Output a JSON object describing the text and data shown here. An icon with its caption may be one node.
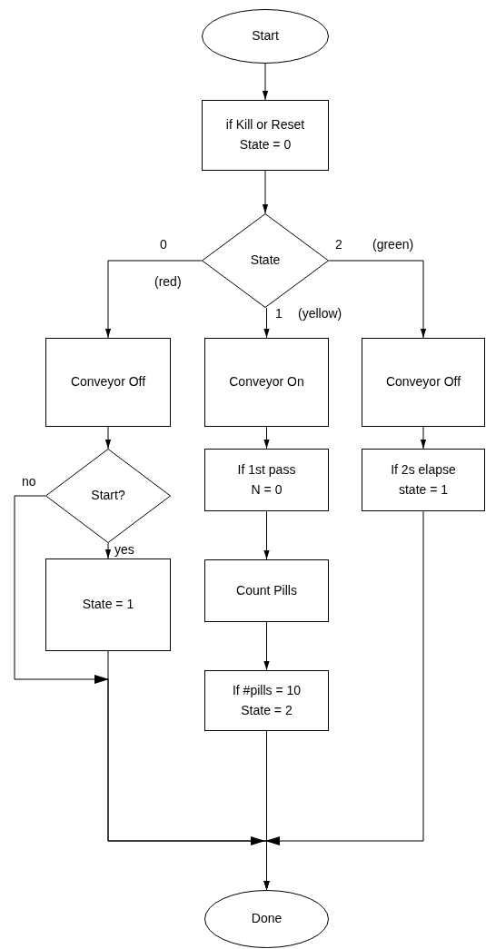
{
  "diagram": {
    "nodes": [
      {
        "text": [
          "Start"
        ]
      },
      {
        "text": [
          "if Kill or Reset State = 0"
        ]
      },
      {
        "text": [
          "State"
        ]
      },
      {
        "text": [
          "Conveyor Off"
        ]
      },
      {
        "text": [
          "Conveyor On"
        ]
      },
      {
        "text": [
          "Conveyor Off"
        ]
      },
      {
        "text": [
          "Start?"
        ]
      },
      {
        "text": [
          "State = 1"
        ]
      },
      {
        "text": [
          "If 1st pass N = 0"
        ]
      },
      {
        "text": [
          "If 2s elapse state = 1"
        ]
      },
      {
        "text": [
          "Count Pills"
        ]
      },
      {
        "text": [
          "If #pills = 10 State = 2"
        ]
      },
      {
        "text": [
          "Done"
        ]
      }
    ],
    "edges": [
      {
        "from": 0,
        "to": 1,
        "arrow": "to"
      },
      {
        "from": 1,
        "to": 2,
        "arrow": "to"
      },
      {
        "from": 2,
        "to": 3,
        "arrow": "to",
        "label": "0"
      },
      {
        "from": 2,
        "to": 4,
        "arrow": "to",
        "label": "1"
      },
      {
        "from": 2,
        "to": 5,
        "arrow": "to",
        "label": "2"
      },
      {
        "from": 3,
        "to": 6,
        "arrow": "to"
      },
      {
        "from": 6,
        "to": 7,
        "arrow": "to",
        "label": "yes"
      },
      {
        "from": 6,
        "to": 12,
        "arrow": "to",
        "label": "no"
      },
      {
        "from": 7,
        "to": 12,
        "arrow": "to"
      },
      {
        "from": 4,
        "to": 8,
        "arrow": "to"
      },
      {
        "from": 8,
        "to": 10,
        "arrow": "to"
      },
      {
        "from": 10,
        "to": 11,
        "arrow": "to"
      },
      {
        "from": 11,
        "to": 12,
        "arrow": "to"
      },
      {
        "from": 5,
        "to": 9,
        "arrow": "to"
      },
      {
        "from": 9,
        "to": 12,
        "arrow": "to"
      }
    ],
    "labels": [
      "(green)",
      "(red)",
      "(yellow)"
    ]
  }
}
